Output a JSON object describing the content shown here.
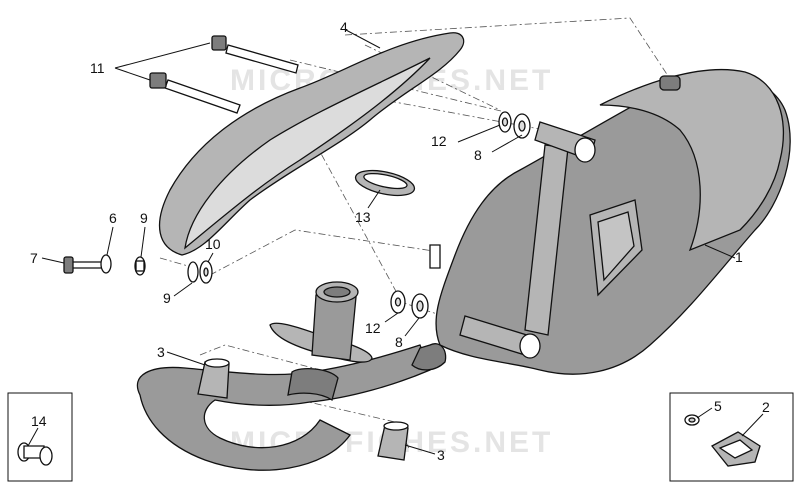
{
  "watermark": "MICROFICHES.NET",
  "callouts": {
    "c1": "1",
    "c2": "2",
    "c3a": "3",
    "c3b": "3",
    "c4": "4",
    "c5": "5",
    "c6": "6",
    "c7": "7",
    "c8a": "8",
    "c8b": "8",
    "c9a": "9",
    "c9b": "9",
    "c10": "10",
    "c11": "11",
    "c12a": "12",
    "c12b": "12",
    "c13": "13",
    "c14": "14"
  }
}
